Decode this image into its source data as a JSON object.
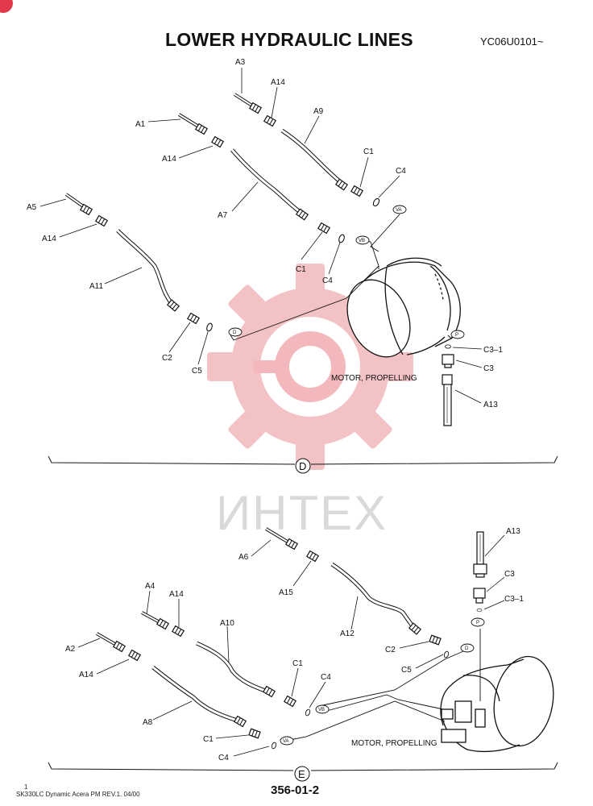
{
  "header": {
    "title": "LOWER HYDRAULIC LINES",
    "serial_code": "YC06U0101~"
  },
  "watermark": {
    "text": "ИНТЕХ",
    "gear_color": "#f2b8bc",
    "text_color": "#d9d9d9"
  },
  "section_d": {
    "marker": "D",
    "motor_label": "MOTOR, PROPELLING",
    "callouts": {
      "a1": "A1",
      "a3": "A3",
      "a5": "A5",
      "a7": "A7",
      "a9": "A9",
      "a11": "A11",
      "a13": "A13",
      "a14_1": "A14",
      "a14_2": "A14",
      "a14_3": "A14",
      "c1_1": "C1",
      "c1_2": "C1",
      "c2": "C2",
      "c3": "C3",
      "c3_1": "C3–1",
      "c4_1": "C4",
      "c4_2": "C4",
      "c5": "C5"
    },
    "ports": {
      "va": "VA",
      "vb": "VB",
      "d": "D",
      "p": "P"
    }
  },
  "section_e": {
    "marker": "E",
    "motor_label": "MOTOR, PROPELLING",
    "callouts": {
      "a2": "A2",
      "a4": "A4",
      "a6": "A6",
      "a8": "A8",
      "a10": "A10",
      "a12": "A12",
      "a13": "A13",
      "a14_1": "A14",
      "a14_2": "A14",
      "a15": "A15",
      "c1_1": "C1",
      "c1_2": "C1",
      "c2": "C2",
      "c3": "C3",
      "c3_1": "C3–1",
      "c4_1": "C4",
      "c4_2": "C4",
      "c5": "C5"
    },
    "ports": {
      "va": "VA",
      "vb": "VB",
      "d": "D",
      "p": "P"
    }
  },
  "footer": {
    "page_index": "1",
    "manual_note": "SK330LC Dynamic Acera PM REV.1. 04/00",
    "page_number": "356-01-2"
  },
  "colors": {
    "corner_mark": "#e23a4a",
    "ink": "#111111"
  }
}
